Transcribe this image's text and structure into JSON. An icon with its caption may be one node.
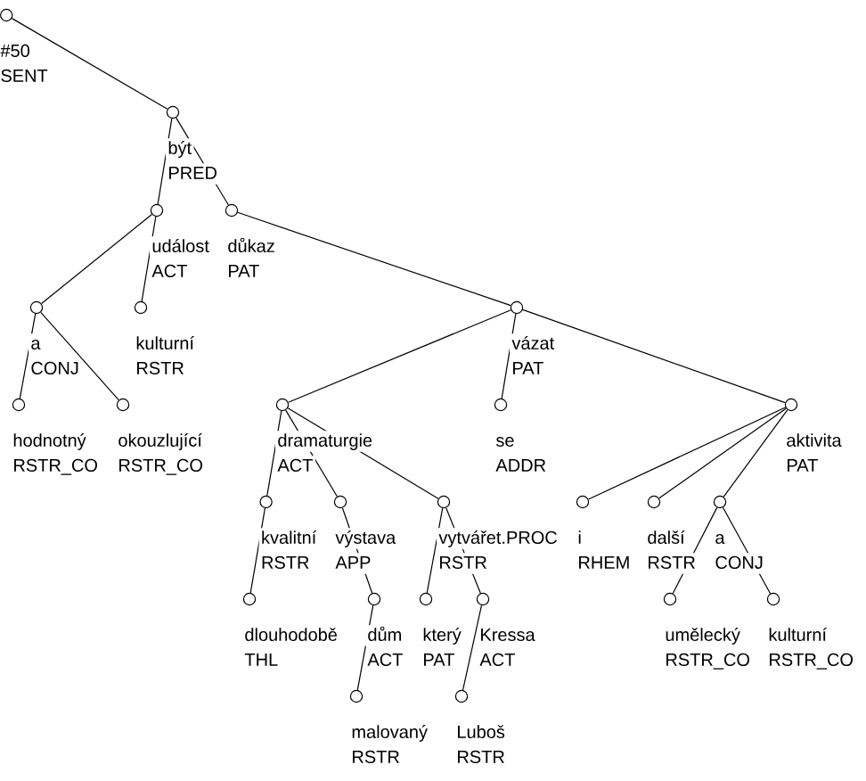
{
  "diagram": {
    "nodes": [
      {
        "text": [
          "#50",
          "SENT"
        ]
      },
      {
        "text": [
          "být",
          "PRED"
        ]
      },
      {
        "text": [
          "událost",
          "ACT"
        ]
      },
      {
        "text": [
          "důkaz",
          "PAT"
        ]
      },
      {
        "text": [
          "a",
          "CONJ"
        ]
      },
      {
        "text": [
          "kulturní",
          "RSTR"
        ]
      },
      {
        "text": [
          "vázat",
          "PAT"
        ]
      },
      {
        "text": [
          "hodnotný",
          "RSTR_CO"
        ]
      },
      {
        "text": [
          "okouzlující",
          "RSTR_CO"
        ]
      },
      {
        "text": [
          "dramaturgie",
          "ACT"
        ]
      },
      {
        "text": [
          "se",
          "ADDR"
        ]
      },
      {
        "text": [
          "aktivita",
          "PAT"
        ]
      },
      {
        "text": [
          "kvalitní",
          "RSTR"
        ]
      },
      {
        "text": [
          "výstava",
          "APP"
        ]
      },
      {
        "text": [
          "vytvářet.PROC",
          "RSTR"
        ]
      },
      {
        "text": [
          "i",
          "RHEM"
        ]
      },
      {
        "text": [
          "další",
          "RSTR"
        ]
      },
      {
        "text": [
          "a",
          "CONJ"
        ]
      },
      {
        "text": [
          "dlouhodobě",
          "THL"
        ]
      },
      {
        "text": [
          "dům",
          "ACT"
        ]
      },
      {
        "text": [
          "který",
          "PAT"
        ]
      },
      {
        "text": [
          "Kressa",
          "ACT"
        ]
      },
      {
        "text": [
          "umělecký",
          "RSTR_CO"
        ]
      },
      {
        "text": [
          "kulturní",
          "RSTR_CO"
        ]
      },
      {
        "text": [
          "malovaný",
          "RSTR"
        ]
      },
      {
        "text": [
          "Luboš",
          "RSTR"
        ]
      }
    ],
    "edges": [
      {
        "from": 0,
        "to": 1,
        "arrow": "none"
      },
      {
        "from": 1,
        "to": 2,
        "arrow": "none"
      },
      {
        "from": 1,
        "to": 3,
        "arrow": "none"
      },
      {
        "from": 2,
        "to": 4,
        "arrow": "none"
      },
      {
        "from": 2,
        "to": 5,
        "arrow": "none"
      },
      {
        "from": 4,
        "to": 7,
        "arrow": "none"
      },
      {
        "from": 4,
        "to": 8,
        "arrow": "none"
      },
      {
        "from": 3,
        "to": 6,
        "arrow": "none"
      },
      {
        "from": 6,
        "to": 9,
        "arrow": "none"
      },
      {
        "from": 6,
        "to": 10,
        "arrow": "none"
      },
      {
        "from": 6,
        "to": 11,
        "arrow": "none"
      },
      {
        "from": 9,
        "to": 12,
        "arrow": "none"
      },
      {
        "from": 9,
        "to": 13,
        "arrow": "none"
      },
      {
        "from": 9,
        "to": 14,
        "arrow": "none"
      },
      {
        "from": 12,
        "to": 18,
        "arrow": "none"
      },
      {
        "from": 13,
        "to": 19,
        "arrow": "none"
      },
      {
        "from": 19,
        "to": 24,
        "arrow": "none"
      },
      {
        "from": 14,
        "to": 20,
        "arrow": "none"
      },
      {
        "from": 14,
        "to": 21,
        "arrow": "none"
      },
      {
        "from": 21,
        "to": 25,
        "arrow": "none"
      },
      {
        "from": 11,
        "to": 15,
        "arrow": "none"
      },
      {
        "from": 11,
        "to": 16,
        "arrow": "none"
      },
      {
        "from": 11,
        "to": 17,
        "arrow": "none"
      },
      {
        "from": 17,
        "to": 22,
        "arrow": "none"
      },
      {
        "from": 17,
        "to": 23,
        "arrow": "none"
      }
    ]
  }
}
